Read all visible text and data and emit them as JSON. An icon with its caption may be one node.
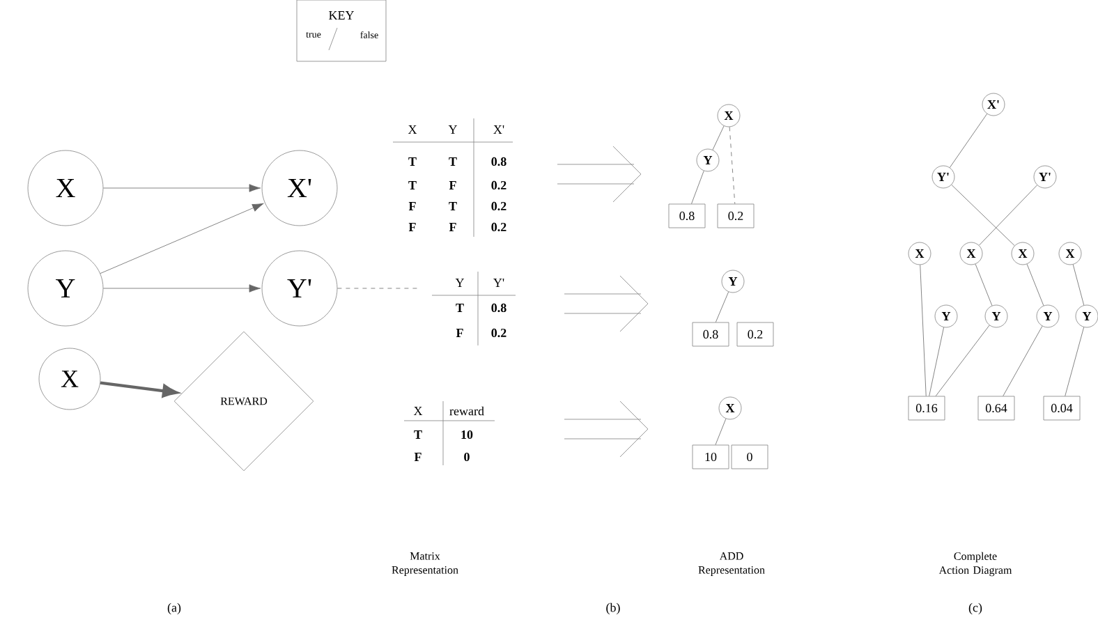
{
  "diagram": {
    "nodes": [
      {
        "text": [
          "X"
        ]
      },
      {
        "text": [
          "X'"
        ]
      },
      {
        "text": [
          "Y"
        ]
      },
      {
        "text": [
          "Y'"
        ]
      },
      {
        "text": [
          "X"
        ]
      },
      {
        "text": [
          "REWARD"
        ]
      },
      {
        "text": [
          "KEY",
          "true",
          "false"
        ]
      },
      {
        "text": [
          "X"
        ]
      },
      {
        "text": [
          "Y"
        ]
      },
      {
        "text": [
          "0.8"
        ]
      },
      {
        "text": [
          "0.2"
        ]
      },
      {
        "text": [
          "Y"
        ]
      },
      {
        "text": [
          "0.8"
        ]
      },
      {
        "text": [
          "0.2"
        ]
      },
      {
        "text": [
          "X"
        ]
      },
      {
        "text": [
          "10"
        ]
      },
      {
        "text": [
          "0"
        ]
      },
      {
        "text": [
          "X'"
        ]
      },
      {
        "text": [
          "Y'"
        ]
      },
      {
        "text": [
          "Y'"
        ]
      },
      {
        "text": [
          "X"
        ]
      },
      {
        "text": [
          "X"
        ]
      },
      {
        "text": [
          "X"
        ]
      },
      {
        "text": [
          "X"
        ]
      },
      {
        "text": [
          "Y"
        ]
      },
      {
        "text": [
          "Y"
        ]
      },
      {
        "text": [
          "Y"
        ]
      },
      {
        "text": [
          "Y"
        ]
      },
      {
        "text": [
          "0.16"
        ]
      },
      {
        "text": [
          "0.64"
        ]
      },
      {
        "text": [
          "0.04"
        ]
      }
    ],
    "edges": [
      {
        "from": 0,
        "to": 1,
        "arrow": "to"
      },
      {
        "from": 2,
        "to": 1,
        "arrow": "to"
      },
      {
        "from": 2,
        "to": 3,
        "arrow": "to"
      },
      {
        "from": 3,
        "to": null,
        "arrow": "none",
        "style": "dashed"
      },
      {
        "from": 4,
        "to": 5,
        "arrow": "to",
        "style": "thick"
      },
      {
        "from": 7,
        "to": 8,
        "arrow": "none"
      },
      {
        "from": 7,
        "to": 10,
        "arrow": "none",
        "style": "dashed"
      },
      {
        "from": 8,
        "to": 9,
        "arrow": "none"
      },
      {
        "from": 11,
        "to": 12,
        "arrow": "none"
      },
      {
        "from": 14,
        "to": 15,
        "arrow": "none"
      },
      {
        "from": 17,
        "to": 18,
        "arrow": "none"
      },
      {
        "from": 18,
        "to": 22,
        "arrow": "none"
      },
      {
        "from": 19,
        "to": 21,
        "arrow": "none"
      },
      {
        "from": 20,
        "to": 28,
        "arrow": "none"
      },
      {
        "from": 21,
        "to": 25,
        "arrow": "none"
      },
      {
        "from": 22,
        "to": 26,
        "arrow": "none"
      },
      {
        "from": 23,
        "to": 27,
        "arrow": "none"
      },
      {
        "from": 24,
        "to": 28,
        "arrow": "none"
      },
      {
        "from": 25,
        "to": 28,
        "arrow": "none"
      },
      {
        "from": 26,
        "to": 29,
        "arrow": "none"
      },
      {
        "from": 27,
        "to": 30,
        "arrow": "none"
      }
    ],
    "labels": [
      "X",
      "Y",
      "X'",
      "T",
      "T",
      "0.8",
      "T",
      "F",
      "0.2",
      "F",
      "T",
      "0.2",
      "F",
      "F",
      "0.2",
      "Y",
      "Y'",
      "T",
      "0.8",
      "F",
      "0.2",
      "X",
      "reward",
      "T",
      "10",
      "F",
      "0",
      "Matrix Representation",
      "ADD Representation",
      "Complete Action Diagram",
      "(a)",
      "(b)",
      "(c)"
    ]
  }
}
